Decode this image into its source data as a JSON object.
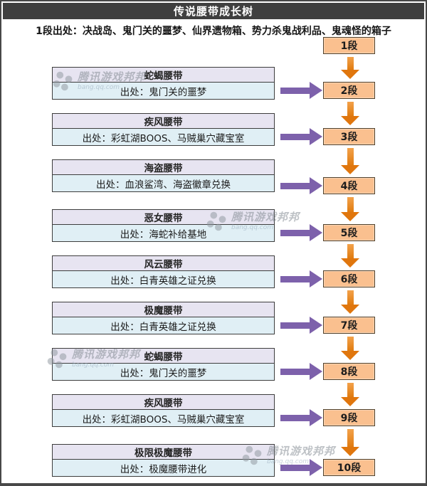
{
  "title": "传说腰带成长树",
  "subtitle": "1段出处：决战岛、鬼门关的噩梦、仙界遗物箱、势力杀鬼战利品、鬼魂怪的箱子",
  "stages": [
    "1段",
    "2段",
    "3段",
    "4段",
    "5段",
    "6段",
    "7段",
    "8段",
    "9段",
    "10段"
  ],
  "belts": [
    {
      "name": "蛇蝎腰带",
      "source": "出处：鬼门关的噩梦"
    },
    {
      "name": "疾风腰带",
      "source": "出处：彩虹湖BOOS、马贼巢穴藏宝室"
    },
    {
      "name": "海盗腰带",
      "source": "出处：血浪鲨湾、海盗徽章兑换"
    },
    {
      "name": "恶女腰带",
      "source": "出处：海蛇补给基地"
    },
    {
      "name": "风云腰带",
      "source": "出处：白青英雄之证兑换"
    },
    {
      "name": "极魔腰带",
      "source": "出处：白青英雄之证兑换"
    },
    {
      "name": "蛇蝎腰带",
      "source": "出处：鬼门关的噩梦"
    },
    {
      "name": "疾风腰带",
      "source": "出处：彩虹湖BOOS、马贼巢穴藏宝室"
    },
    {
      "name": "极限极魔腰带",
      "source": "出处：极魔腰带进化"
    }
  ],
  "watermark": {
    "brand": "腾讯游戏邦邦",
    "url": "bang.qq.com"
  },
  "colors": {
    "title_bar": "#3f3f3f",
    "stage_fill": "#fac08f",
    "belt_header_fill": "#e7e4f1",
    "belt_source_fill": "#e0eff5",
    "arrow_right_purple": "#7d61ab",
    "arrow_down_orange": "#e0760d"
  }
}
